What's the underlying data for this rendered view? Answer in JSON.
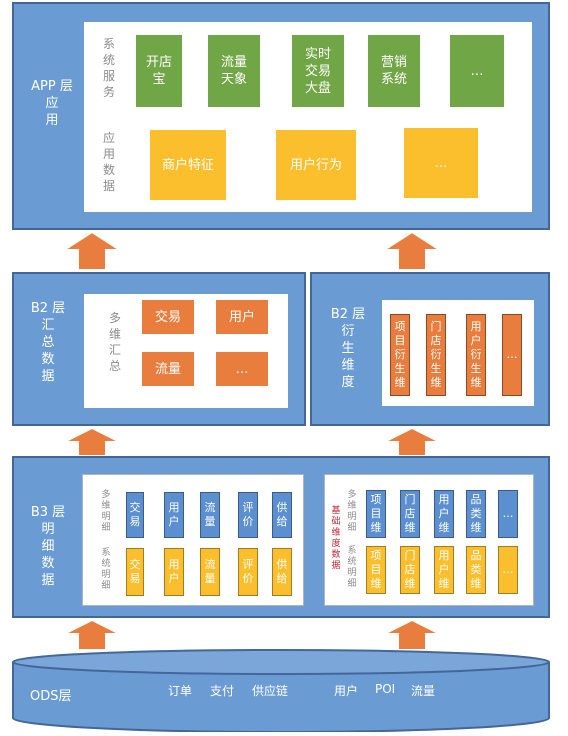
{
  "app": {
    "label": "APP 层\n应\n用",
    "services_label": "系\n统\n服\n务",
    "services": [
      "开店\n宝",
      "流量\n天象",
      "实时\n交易\n大盘",
      "营销\n系统",
      "…"
    ],
    "data_label": "应\n用\n数\n据",
    "data_items": [
      "商户特征",
      "用户行为",
      "…"
    ]
  },
  "b2_summary": {
    "label": "B2 层\n汇\n总\n数\n据",
    "side_label": "多\n维\n汇\n总",
    "items": [
      "交易",
      "用户",
      "流量",
      "…"
    ]
  },
  "b2_derived": {
    "label": "B2 层\n衍\n生\n维\n度",
    "items": [
      "项\n目\n衍\n生\n维",
      "门\n店\n衍\n生\n维",
      "用\n户\n衍\n生\n维",
      "…"
    ]
  },
  "b3": {
    "label": "B3 层\n明\n细\n数\n据",
    "left": {
      "multi_label": "多\n维\n明\n细",
      "system_label": "系\n统\n明\n细",
      "multi_items": [
        "交\n易",
        "用\n户",
        "流\n量",
        "评\n价",
        "供\n给"
      ],
      "system_items": [
        "交\n易",
        "用\n户",
        "流\n量",
        "评\n价",
        "供\n给"
      ]
    },
    "right": {
      "base_label": "基\n础\n维\n度\n数\n据",
      "multi_label": "多\n维\n明\n细",
      "system_label": "系\n统\n明\n细",
      "multi_items": [
        "项\n目\n维",
        "门\n店\n维",
        "用\n户\n维",
        "品\n类\n维",
        "…"
      ],
      "system_items": [
        "项\n目\n维",
        "门\n店\n维",
        "用\n户\n维",
        "品\n类\n维",
        "…"
      ]
    }
  },
  "ods": {
    "label": "ODS层",
    "group1": [
      "订单",
      "支付",
      "供应链"
    ],
    "group2": [
      "用户",
      "POI",
      "流量"
    ]
  },
  "colors": {
    "layer_blue": "#6a9bd3",
    "green": "#71a647",
    "yellow": "#fbbf2d",
    "orange": "#e87d3e",
    "arrow": "#e87d3e"
  }
}
